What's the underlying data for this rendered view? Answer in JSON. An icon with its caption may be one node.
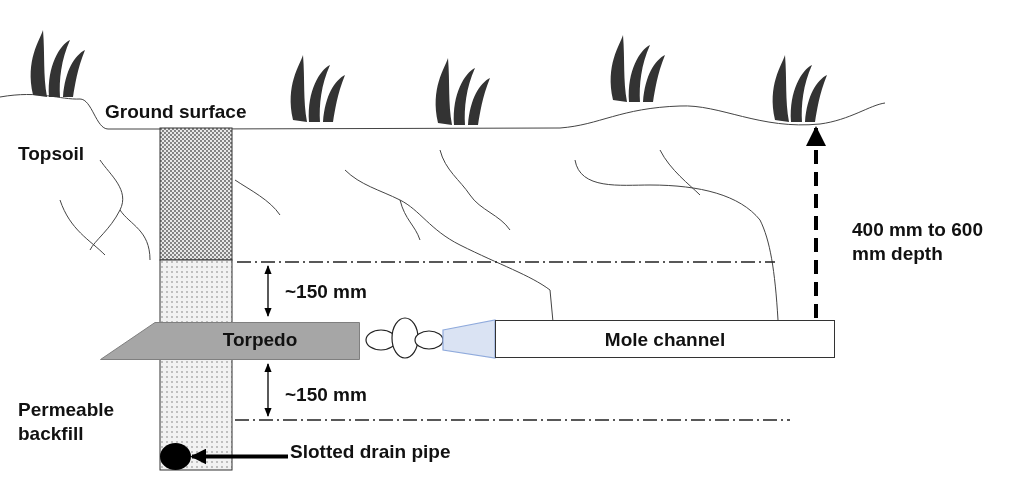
{
  "diagram": {
    "nodes": [
      {
        "text": [
          "Torpedo"
        ]
      },
      {
        "text": [
          "Mole channel"
        ]
      },
      {
        "text": [
          "Slotted drain pipe"
        ]
      },
      {
        "text": [],
        "shape": "circle"
      }
    ],
    "edges": [
      {
        "from": 2,
        "to": 3,
        "arrow": "to"
      }
    ],
    "labels": [
      "Ground surface",
      "Topsoil",
      "400 mm to 600 mm depth",
      "~150 mm",
      "~150 mm",
      "Permeable backfill"
    ]
  }
}
